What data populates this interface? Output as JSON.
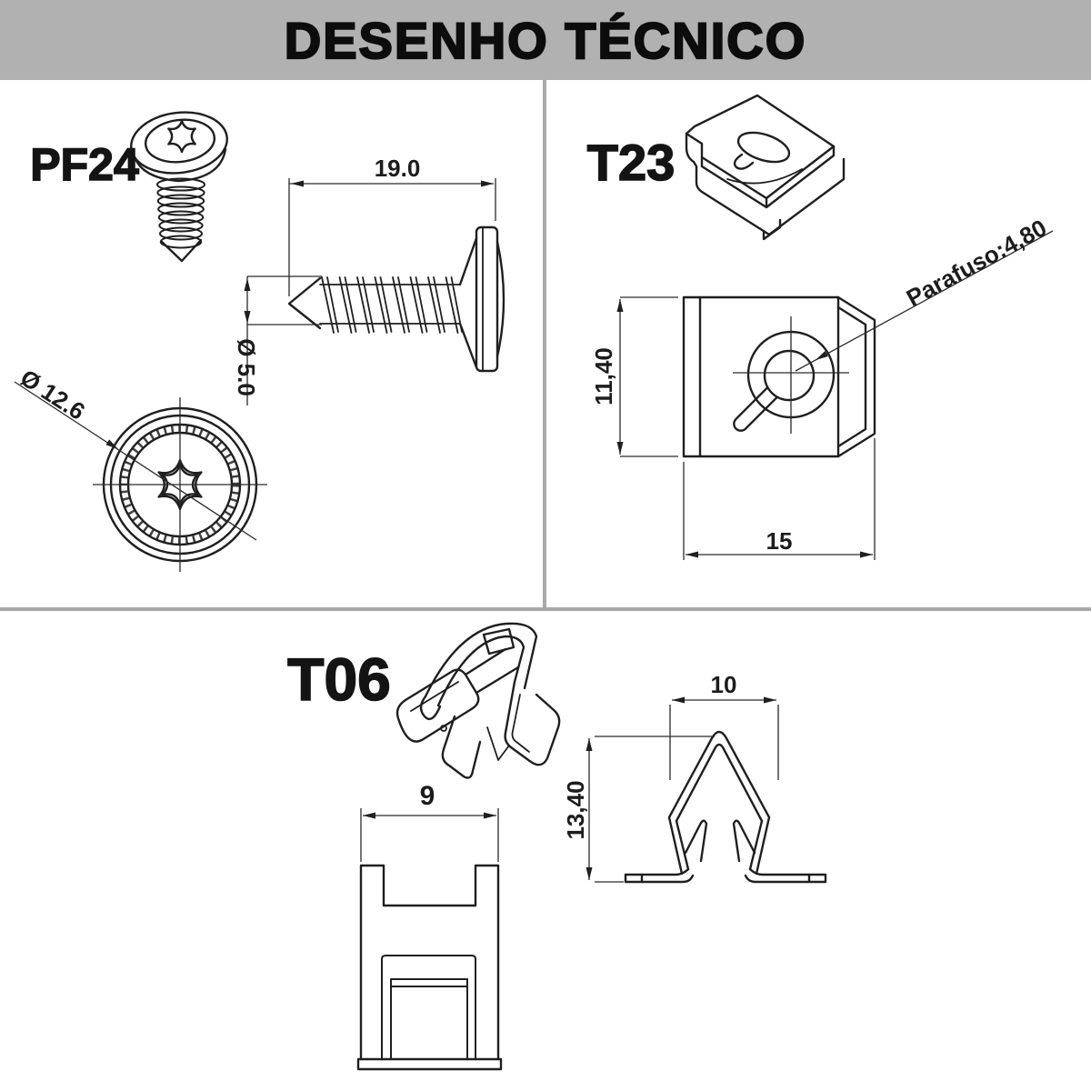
{
  "title": "DESENHO TÉCNICO",
  "colors": {
    "banner_bg": "#b1b1b1",
    "divider": "#a8a8a8",
    "line": "#1f1f1f",
    "background": "#ffffff"
  },
  "parts": {
    "pf24": {
      "label": "PF24",
      "dim_length": "19.0",
      "dim_shank_diameter": "Ø 5.0",
      "dim_head_diameter": "Ø 12.6"
    },
    "t23": {
      "label": "T23",
      "dim_height": "11,40",
      "dim_width": "15",
      "dim_screw_note": "Parafuso:4,80"
    },
    "t06": {
      "label": "T06",
      "dim_front_width": "9",
      "dim_side_width": "10",
      "dim_side_height": "13,40"
    }
  }
}
